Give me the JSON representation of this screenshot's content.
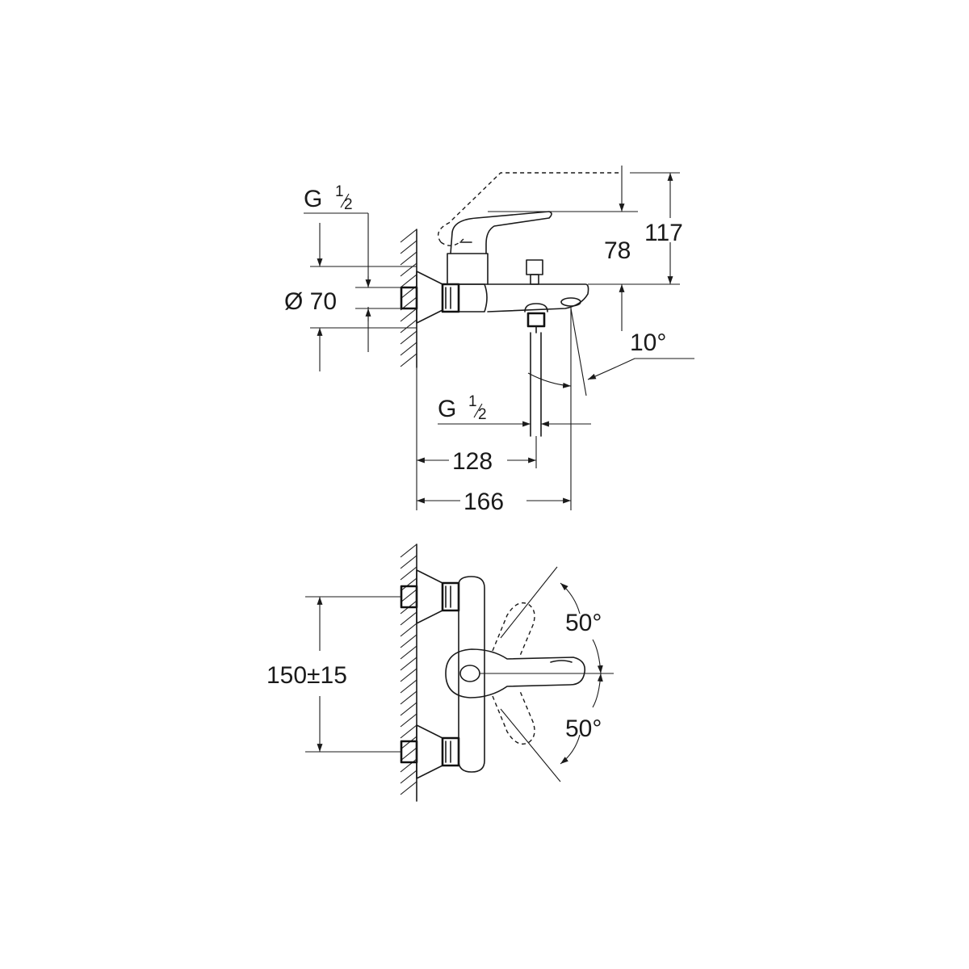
{
  "side_view": {
    "thread_inlet": {
      "g": "G",
      "num": "1",
      "den": "2"
    },
    "diameter": "Ø 70",
    "height_78": "78",
    "height_117": "117",
    "angle": "10°",
    "thread_outlet": {
      "g": "G",
      "num": "1",
      "den": "2"
    },
    "width_128": "128",
    "width_166": "166"
  },
  "top_view": {
    "spacing": "150±15",
    "angle_up": "50°",
    "angle_down": "50°"
  }
}
